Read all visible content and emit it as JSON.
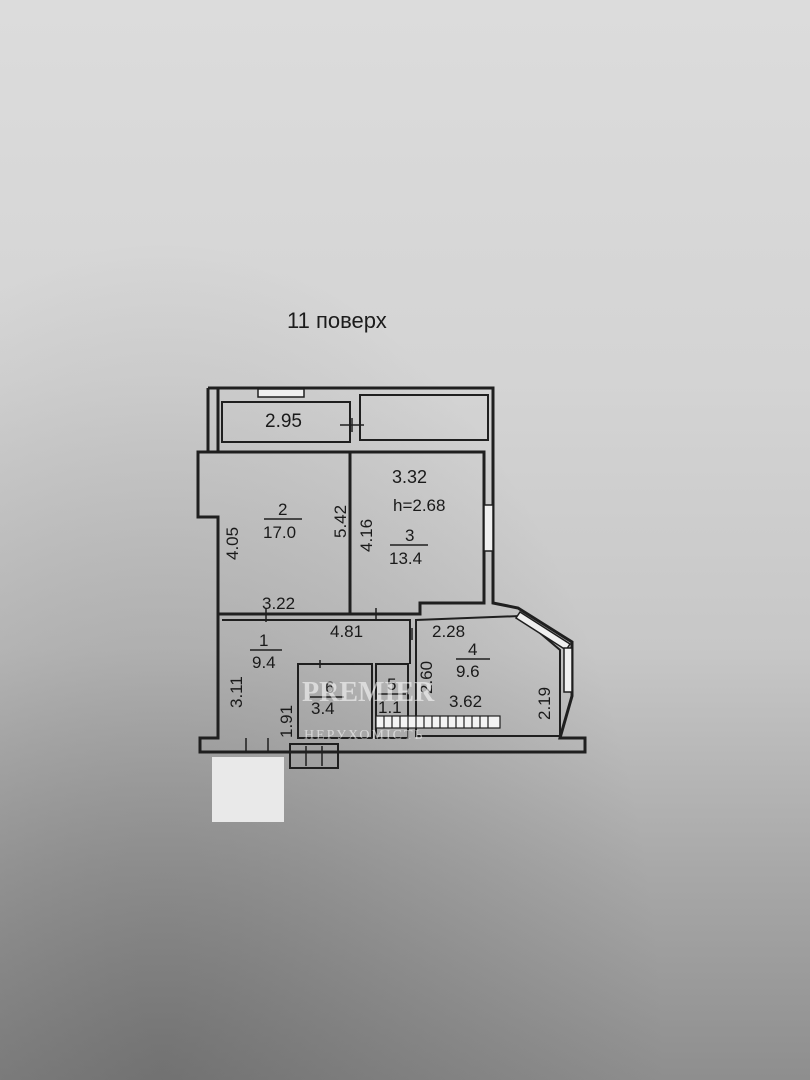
{
  "floor_label": "11 поверх",
  "rooms": [
    {
      "number": "2",
      "area": "17.0"
    },
    {
      "number": "3",
      "area": "13.4"
    },
    {
      "number": "1",
      "area": "9.4"
    },
    {
      "number": "4",
      "area": "9.6"
    },
    {
      "number": "6",
      "area": "3.4"
    },
    {
      "number": "5",
      "area": "1.1"
    }
  ],
  "ceiling_height": "h=2.68",
  "dimensions": {
    "balcony_width": "2.95",
    "room2_left": "4.05",
    "room2_right": "5.42",
    "room3_top": "3.32",
    "room3_left": "4.16",
    "room2_bottom": "3.22",
    "corridor_width": "4.81",
    "corridor_left": "3.11",
    "bath_left": "1.91",
    "room4_top": "2.28",
    "room4_left": "2.60",
    "room4_mid": "3.62",
    "room4_right": "2.19"
  },
  "watermark": {
    "brand": "PREMIER",
    "sub": "НЕРУХОМІСТЬ"
  },
  "colors": {
    "ink": "#1a1a1a",
    "paper": "#d6d6d6"
  }
}
